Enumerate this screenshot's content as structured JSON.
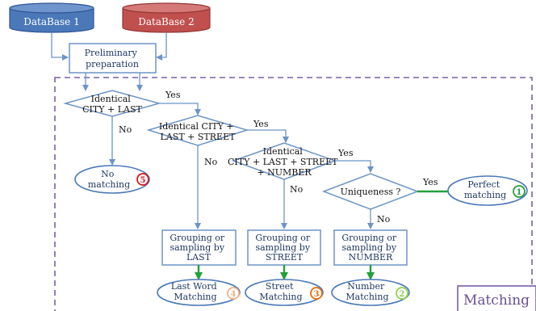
{
  "databases": {
    "db1": "DataBase 1",
    "db2": "DataBase 2"
  },
  "prep": [
    "Preliminary",
    "preparation"
  ],
  "decisions": {
    "d1": [
      "Identical",
      "CITY + LAST"
    ],
    "d2": [
      "Identical CITY +",
      "LAST + STREET"
    ],
    "d3": [
      "Identical",
      "CITY + LAST + STREET",
      "+ NUMBER"
    ],
    "d4": [
      "Uniqueness ?"
    ]
  },
  "edge_labels": {
    "d1_yes": "Yes",
    "d1_no": "No",
    "d2_yes": "Yes",
    "d2_no": "No",
    "d3_yes": "Yes",
    "d3_no": "No",
    "d4_yes": "Yes",
    "d4_no": "No"
  },
  "groupings": {
    "g_last": [
      "Grouping or",
      "sampling by",
      "LAST"
    ],
    "g_street": [
      "Grouping or",
      "sampling by",
      "STREET"
    ],
    "g_number": [
      "Grouping or",
      "sampling by",
      "NUMBER"
    ]
  },
  "outcomes": {
    "no_matching": {
      "lines": [
        "No",
        "matching"
      ],
      "number": "5",
      "color": "#d7191c"
    },
    "perfect": {
      "lines": [
        "Perfect",
        "matching"
      ],
      "number": "1",
      "color": "#22a03a"
    },
    "last_word": {
      "lines": [
        "Last Word",
        "Matching"
      ],
      "number": "4",
      "color": "#f4b183"
    },
    "street": {
      "lines": [
        "Street",
        "Matching"
      ],
      "number": "3",
      "color": "#e36c09"
    },
    "number": {
      "lines": [
        "Number",
        "Matching"
      ],
      "number": "2",
      "color": "#92d050"
    }
  },
  "region_label": "Matching",
  "colors": {
    "db1": "#4a78b8",
    "db2": "#c0504d",
    "stroke": "#6d94c6",
    "green": "#22a03a",
    "region": "#7a5fa8",
    "text_blue": "#1f3864"
  }
}
